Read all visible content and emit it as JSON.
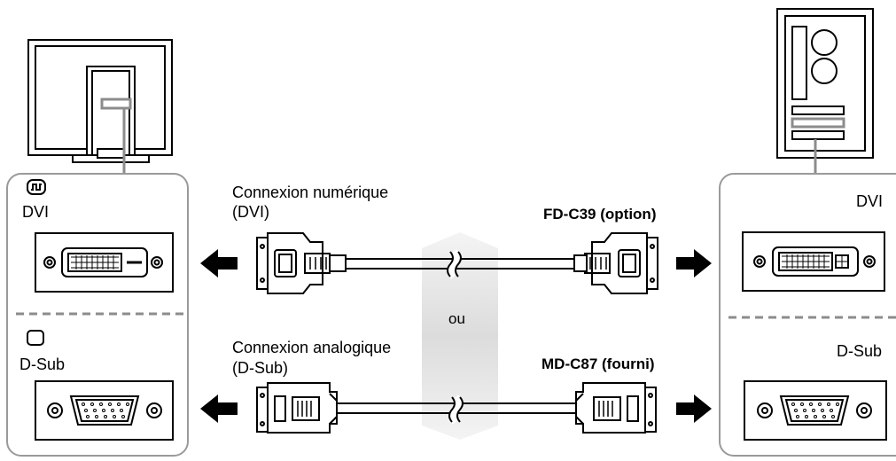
{
  "monitor_panel": {
    "dvi_label": "DVI",
    "dsub_label": "D-Sub"
  },
  "pc_panel": {
    "dvi_label": "DVI",
    "dsub_label": "D-Sub"
  },
  "digital_connection": {
    "title_line1": "Connexion numérique",
    "title_line2": "(DVI)",
    "cable_name": "FD-C39 (option)"
  },
  "analog_connection": {
    "title_line1": "Connexion analogique",
    "title_line2": "(D-Sub)",
    "cable_name": "MD-C87 (fourni)"
  },
  "separator_word": "ou",
  "colors": {
    "line": "#000000",
    "lead_gray": "#8c8c8c",
    "divider": "#8c8c8c",
    "panel_border": "#9a9a9a",
    "band": "#e6e6e6",
    "arrow": "#000000"
  }
}
